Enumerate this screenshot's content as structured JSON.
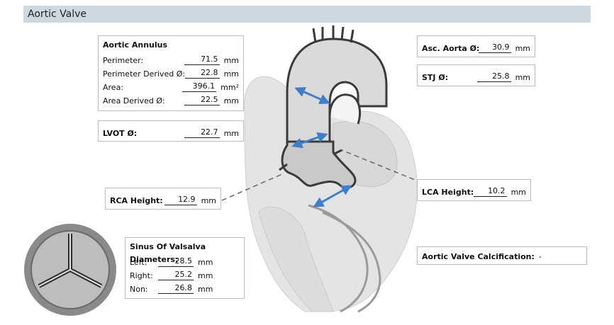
{
  "header": {
    "title": "Aortic Valve"
  },
  "annulus": {
    "title": "Aortic Annulus",
    "rows": [
      {
        "label": "Perimeter:",
        "value": "71.5",
        "unit": "mm"
      },
      {
        "label": "Perimeter Derived Ø:",
        "value": "22.8",
        "unit": "mm"
      },
      {
        "label": "Area:",
        "value": "396.1",
        "unit": "mm²"
      },
      {
        "label": "Area Derived Ø:",
        "value": "22.5",
        "unit": "mm"
      }
    ]
  },
  "lvot": {
    "label": "LVOT Ø:",
    "value": "22.7",
    "unit": "mm"
  },
  "asc_aorta": {
    "label": "Asc. Aorta Ø:",
    "value": "30.9",
    "unit": "mm"
  },
  "stj": {
    "label": "STJ Ø:",
    "value": "25.8",
    "unit": "mm"
  },
  "rca": {
    "label": "RCA Height:",
    "value": "12.9",
    "unit": "mm"
  },
  "lca": {
    "label": "LCA Height:",
    "value": "10.2",
    "unit": "mm"
  },
  "sinus": {
    "title": "Sinus Of Valsalva Diameters:",
    "rows": [
      {
        "label": "Left:",
        "value": "28.5",
        "unit": "mm"
      },
      {
        "label": "Right:",
        "value": "25.2",
        "unit": "mm"
      },
      {
        "label": "Non:",
        "value": "26.8",
        "unit": "mm"
      }
    ]
  },
  "calcification": {
    "label": "Aortic Valve Calcification:",
    "value": "-"
  },
  "colors": {
    "header_bg": "#cdd9e1",
    "arrow": "#3f7ec8",
    "box_border": "#bdbdbd"
  },
  "icons": [
    "heart-illustration",
    "aortic-valve-icon",
    "measurement-arrow-icon"
  ]
}
